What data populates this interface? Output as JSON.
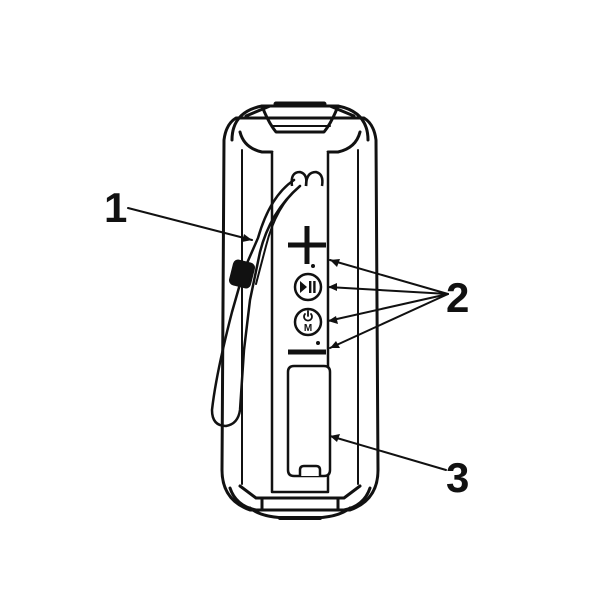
{
  "callouts": [
    {
      "number": "1",
      "target": "carrying-strap"
    },
    {
      "number": "2",
      "target": "control-buttons"
    },
    {
      "number": "3",
      "target": "port-cover"
    }
  ],
  "buttons": {
    "play_pause_symbol": "▶II",
    "mode_letter": "M"
  },
  "colors": {
    "line": "#111111",
    "body_fill": "#ffffff",
    "panel_fill": "#ffffff"
  }
}
